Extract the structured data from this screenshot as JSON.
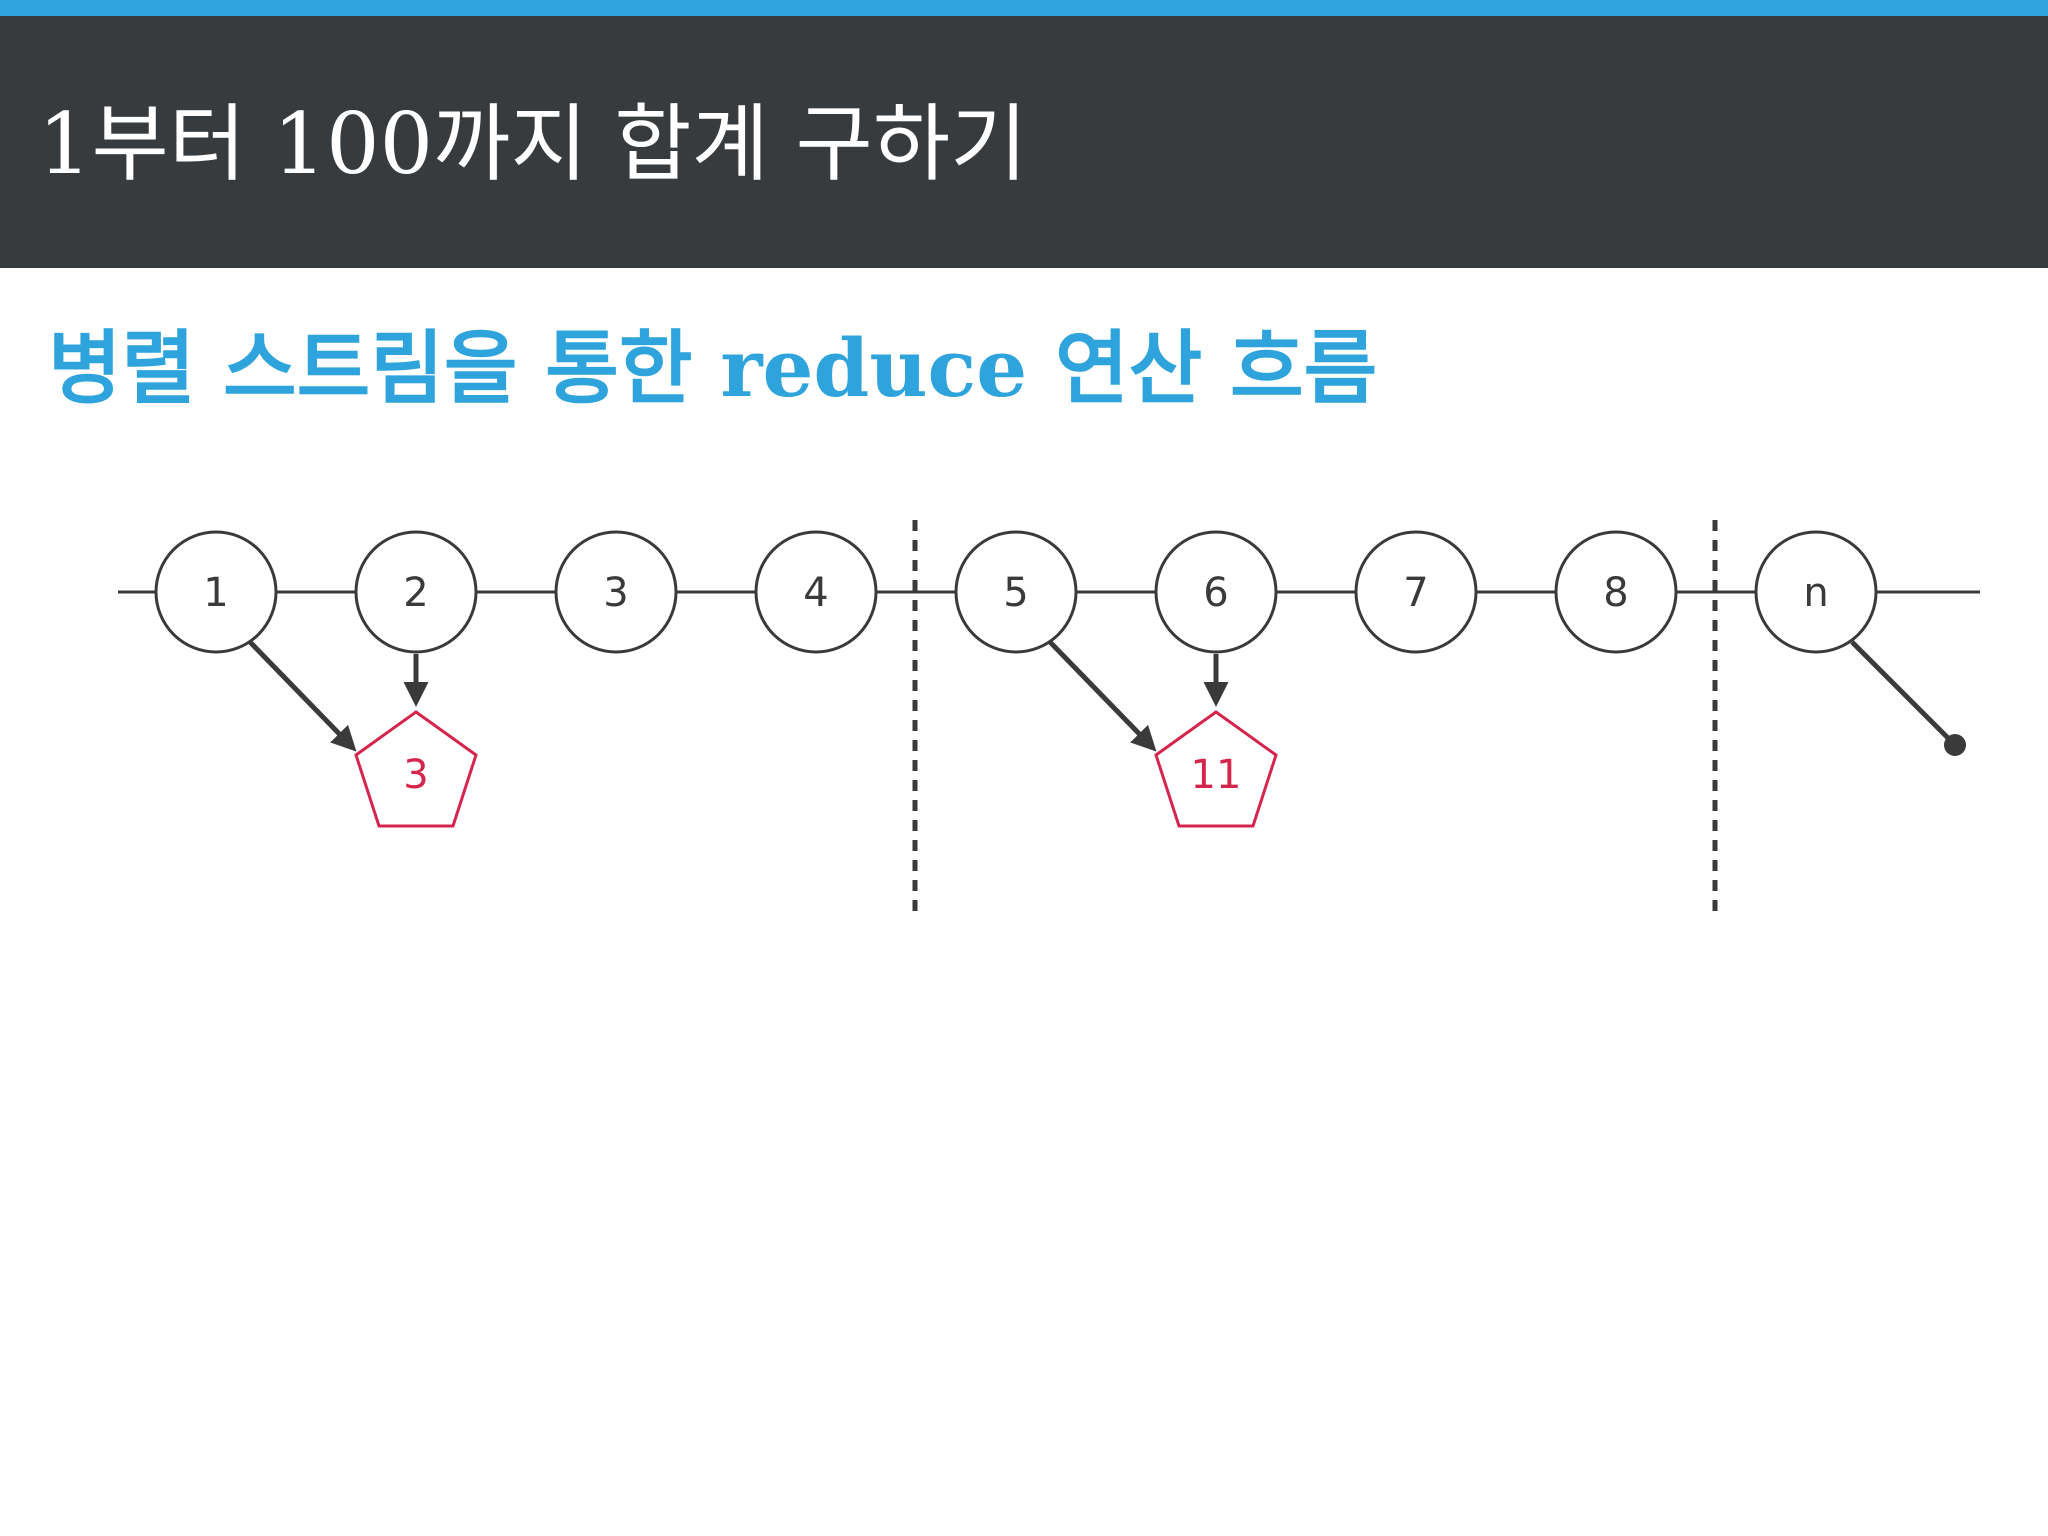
{
  "header": {
    "title": "1부터 100까지 합계 구하기"
  },
  "subtitle": "병렬 스트림을 통한 reduce 연산 흐름",
  "colors": {
    "accent": "#2fa4dc",
    "header_bg": "#383b3e",
    "result": "#d6254d",
    "line": "#3a3a3a"
  },
  "stream": {
    "nodes": [
      "1",
      "2",
      "3",
      "4",
      "5",
      "6",
      "7",
      "8",
      "n"
    ],
    "results": [
      "3",
      "11"
    ]
  }
}
